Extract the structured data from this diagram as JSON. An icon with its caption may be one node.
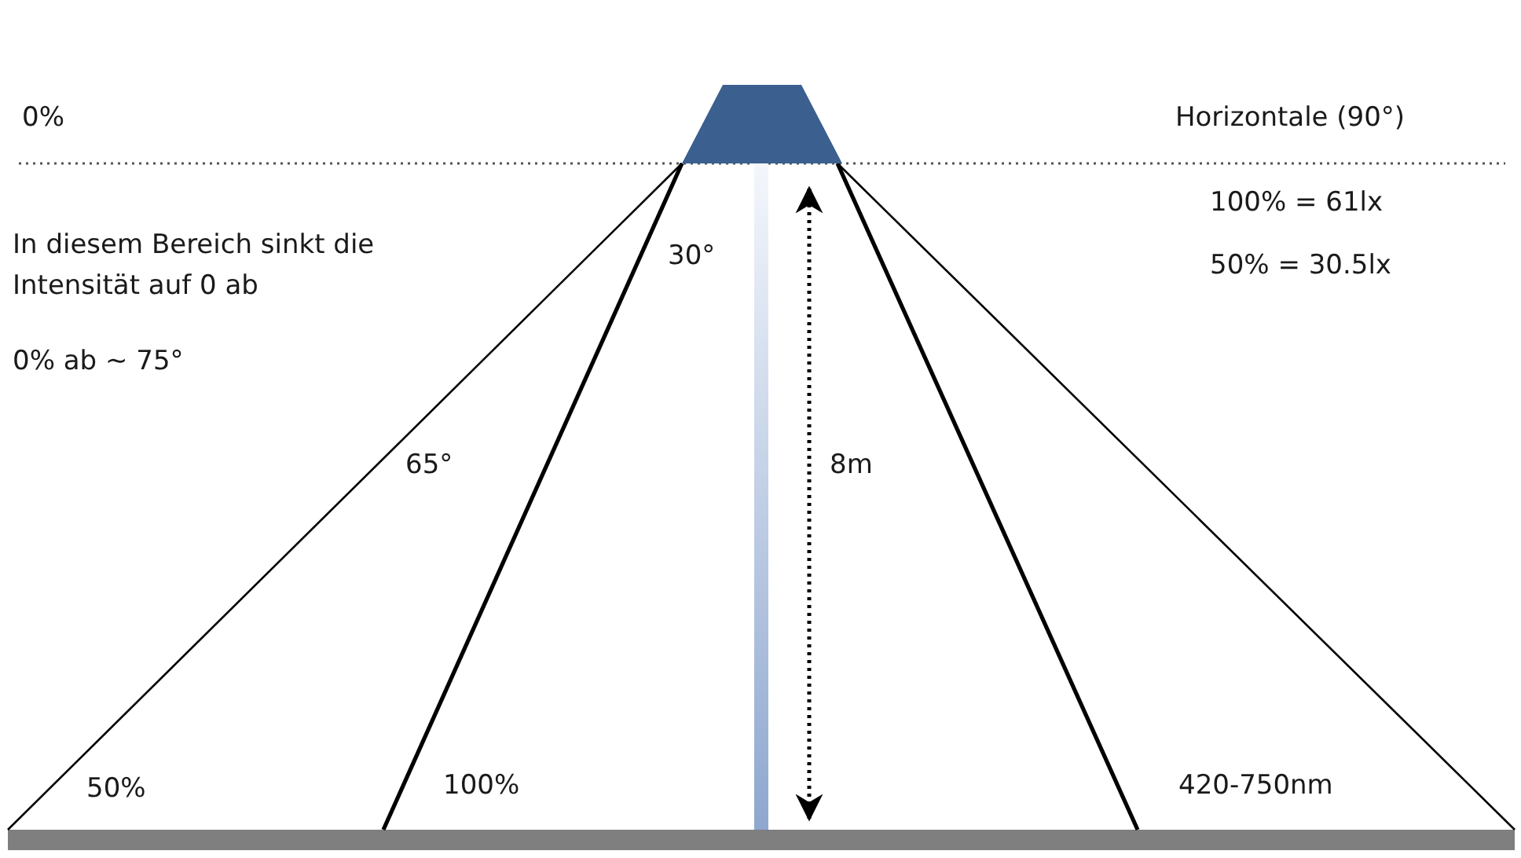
{
  "diagram": {
    "labels": [
      "0%",
      "Horizontale (90°)",
      "100% = 61lx",
      "In diesem Bereich sinkt die Intensität auf 0 ab",
      "30°",
      "50% = 30.5lx",
      "0% ab ~ 75°",
      "65°",
      "8m",
      "50%",
      "100%",
      "420-750nm"
    ]
  }
}
